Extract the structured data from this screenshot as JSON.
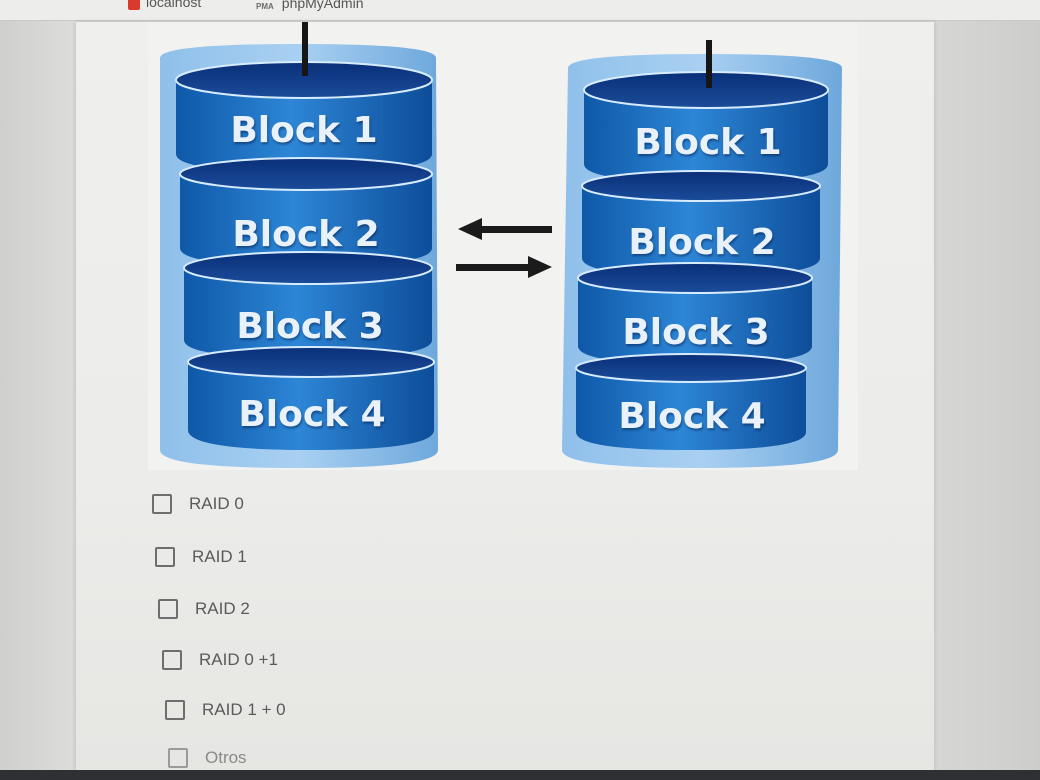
{
  "browser": {
    "bookmarks": [
      {
        "label": "localhost",
        "icon": "red-square-icon"
      },
      {
        "label": "phpMyAdmin",
        "icon": "phpmyadmin-icon",
        "icon_text": "PMA"
      }
    ]
  },
  "figure": {
    "left_disk": {
      "blocks": [
        "Block 1",
        "Block 2",
        "Block 3",
        "Block 4"
      ]
    },
    "right_disk": {
      "blocks": [
        "Block 1",
        "Block 2",
        "Block 3",
        "Block 4"
      ]
    },
    "arrows": [
      "arrow-left-icon",
      "arrow-right-icon"
    ],
    "colors": {
      "disk_blue": "#1d6fc0",
      "disk_light": "#7fb6e6",
      "arrow": "#1b1b1b"
    }
  },
  "question": {
    "options": [
      {
        "label": "RAID 0",
        "checked": false
      },
      {
        "label": "RAID 1",
        "checked": false
      },
      {
        "label": "RAID 2",
        "checked": false
      },
      {
        "label": "RAID 0 +1",
        "checked": false
      },
      {
        "label": "RAID 1 + 0",
        "checked": false
      },
      {
        "label": "Otros",
        "checked": false
      }
    ]
  }
}
